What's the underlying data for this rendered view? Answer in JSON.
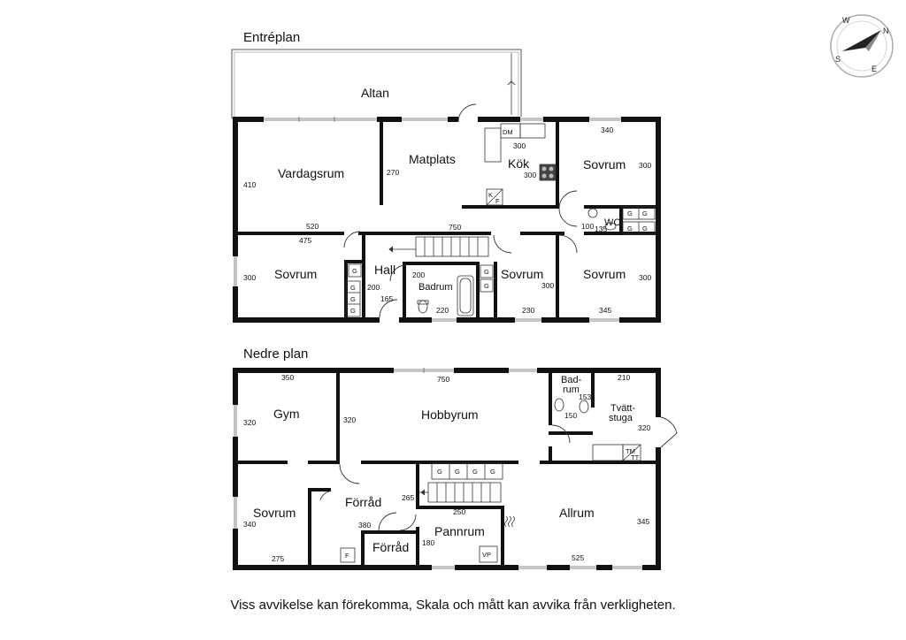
{
  "floors": {
    "upper": {
      "title": "Entréplan",
      "rooms": {
        "altan": "Altan",
        "vardagsrum": "Vardagsrum",
        "matplats": "Matplats",
        "kok": "Kök",
        "sovrum_ne": "Sovrum",
        "sovrum_w": "Sovrum",
        "hall": "Hall",
        "badrum": "Badrum",
        "sovrum_mid": "Sovrum",
        "sovrum_e": "Sovrum",
        "wc": "WC"
      },
      "dimensions": {
        "vardag_h": "410",
        "vardag_w": "520",
        "mat_h": "270",
        "mat_w": "750",
        "kok_top": "300",
        "kok_side": "300",
        "sov_ne_w": "340",
        "sov_ne_h": "300",
        "wc_a": "100",
        "wc_b": "135",
        "sov_w_w": "475",
        "sov_w_h": "300",
        "hall_a": "200",
        "hall_b": "165",
        "bad_a": "200",
        "bad_b": "220",
        "sov_mid_h": "300",
        "sov_mid_w": "230",
        "sov_e_h": "300",
        "sov_e_w": "345"
      },
      "symbols": {
        "dm": "DM",
        "k": "K",
        "f": "F",
        "g": "G"
      }
    },
    "lower": {
      "title": "Nedre plan",
      "rooms": {
        "gym": "Gym",
        "hobbyrum": "Hobbyrum",
        "badrum_top": "Bad-",
        "badrum_bottom": "rum",
        "tvatt_top": "Tvätt-",
        "tvatt_bottom": "stuga",
        "sovrum": "Sovrum",
        "forrad_big": "Förråd",
        "forrad_small": "Förråd",
        "pannrum": "Pannrum",
        "allrum": "Allrum"
      },
      "dimensions": {
        "gym_w": "350",
        "gym_h": "320",
        "hobby_w": "750",
        "hobby_h": "320",
        "bad_a": "153",
        "bad_b": "150",
        "tvatt_w": "210",
        "tvatt_h": "320",
        "sov_h": "340",
        "sov_w": "275",
        "forrad_a": "265",
        "forrad_b": "380",
        "pann_w": "250",
        "pann_h": "180",
        "allrum_h": "345",
        "allrum_w": "525"
      },
      "symbols": {
        "g": "G",
        "tm": "TM",
        "tt": "TT",
        "f": "F",
        "vp": "VP"
      }
    }
  },
  "compass": {
    "n": "N",
    "e": "E",
    "s": "S",
    "w": "W"
  },
  "disclaimer": "Viss avvikelse kan förekomma, Skala och mått kan avvika från verkligheten."
}
